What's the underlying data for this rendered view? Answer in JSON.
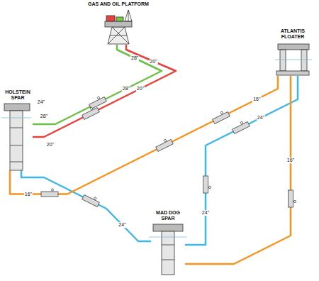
{
  "diagram": {
    "nodes": [
      {
        "text": [
          "GAS AND OIL PLATFORM"
        ]
      },
      {
        "text": [
          "ATLANTIS FLOATER"
        ]
      },
      {
        "text": [
          "HOLSTEIN SPAR"
        ]
      },
      {
        "text": [
          "MAD DOG SPAR"
        ]
      }
    ],
    "edges": [
      {
        "from": 0,
        "to": 2,
        "arrow": "none",
        "label": "28\""
      },
      {
        "from": 0,
        "to": 2,
        "arrow": "none",
        "label": "20\""
      },
      {
        "from": 2,
        "to": 3,
        "arrow": "none",
        "label": "24\""
      },
      {
        "from": 1,
        "to": 3,
        "arrow": "none",
        "label": "24\""
      },
      {
        "from": 1,
        "to": 2,
        "arrow": "none",
        "label": "16\""
      },
      {
        "from": 3,
        "to": 1,
        "arrow": "none",
        "label": "16\""
      }
    ],
    "labels": [
      "28\"",
      "20\"",
      "28\"",
      "20\"",
      "24\"",
      "24\"",
      "16\""
    ]
  }
}
